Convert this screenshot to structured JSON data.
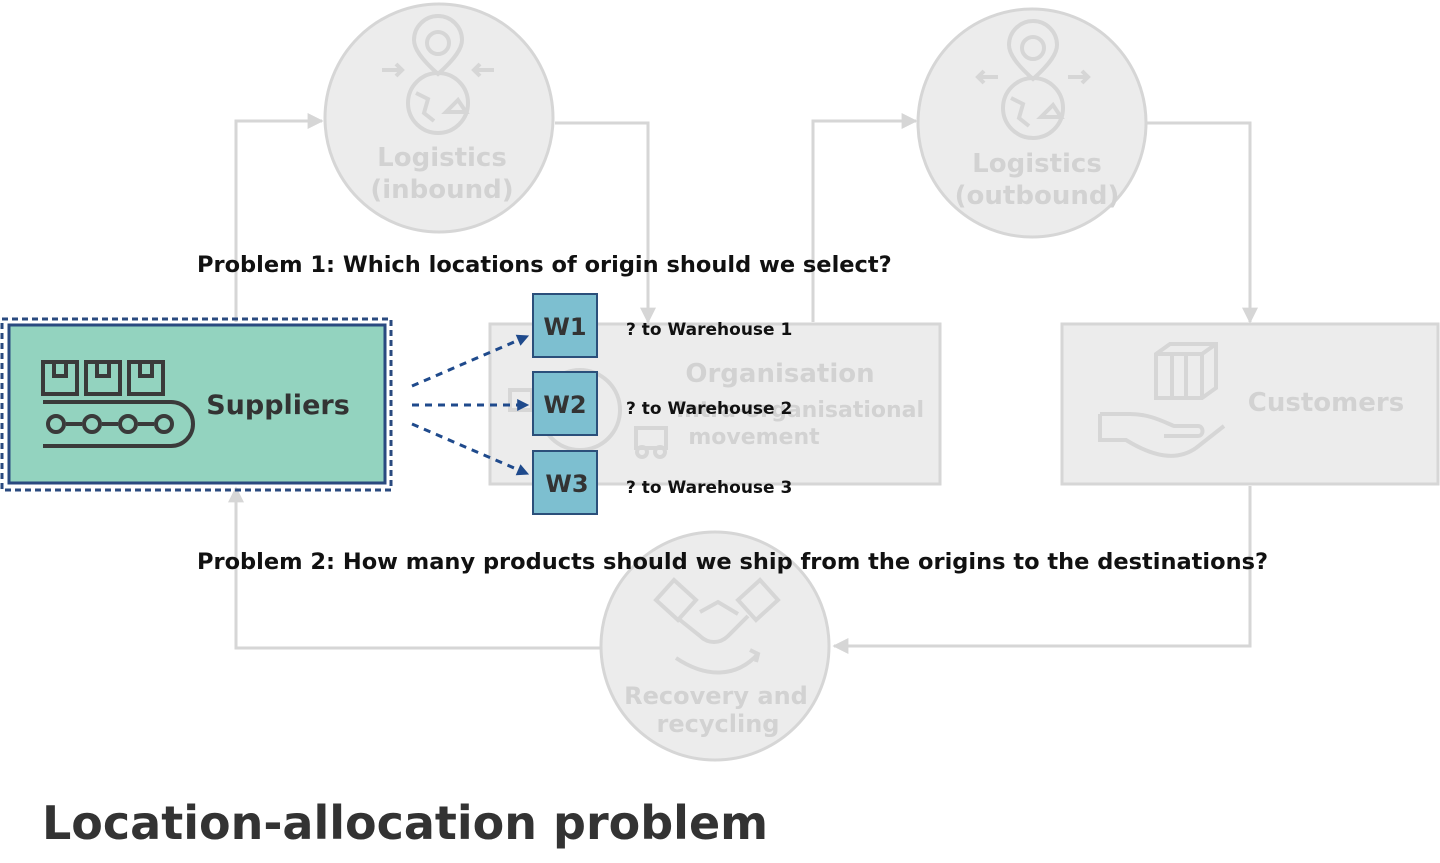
{
  "title": "Location-allocation problem",
  "colors": {
    "faint": "#d6d6d6",
    "faint_text": "#d2d2d2",
    "supplier_fill": "#93d3bf",
    "supplier_border": "#2a4a7f",
    "warehouse_fill": "#7dbfd0",
    "warehouse_border": "#2b4f7a",
    "arrow_blue": "#1f4a8c",
    "dark_text": "#111111",
    "icon_dark": "#3a3a3a"
  },
  "nodes": {
    "logistics_inbound": {
      "line1": "Logistics",
      "line2": "(inbound)"
    },
    "logistics_outbound": {
      "line1": "Logistics",
      "line2": "(outbound)"
    },
    "organisation": {
      "line1": "Organisation",
      "line2": "Intra-organisational",
      "line3": "movement"
    },
    "customers": {
      "label": "Customers"
    },
    "recovery": {
      "line1": "Recovery and",
      "line2": "recycling"
    },
    "suppliers": {
      "label": "Suppliers"
    }
  },
  "warehouses": [
    {
      "label": "W1",
      "text": "? to Warehouse 1"
    },
    {
      "label": "W2",
      "text": "? to Warehouse 2"
    },
    {
      "label": "W3",
      "text": "? to Warehouse 3"
    }
  ],
  "problems": {
    "p1": "Problem 1: Which locations of origin should we select?",
    "p2": "Problem 2: How many products should we ship from the origins to the destinations?"
  }
}
